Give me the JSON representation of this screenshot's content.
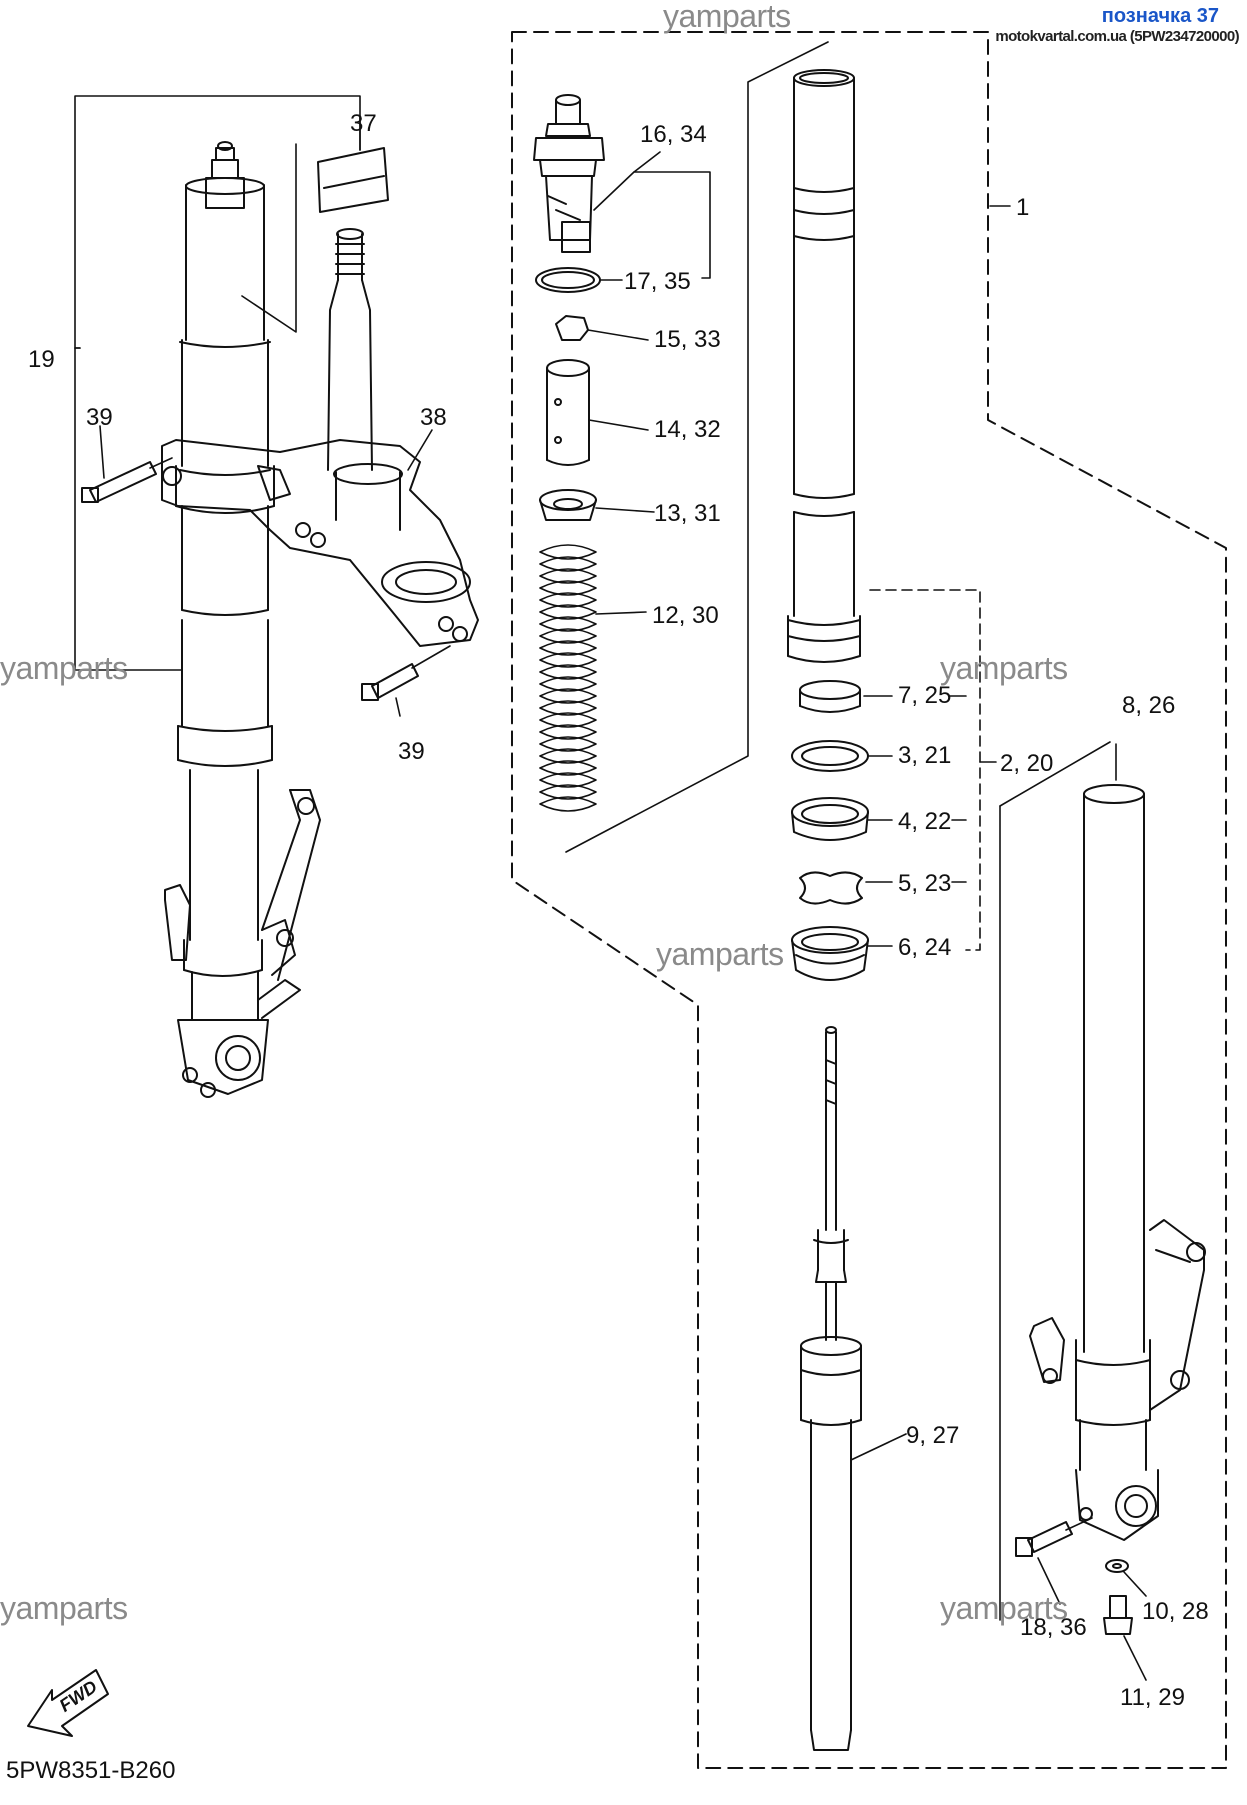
{
  "header": {
    "badge": "позначка 37",
    "source": "motokvartal.com.ua (5PW234720000)"
  },
  "watermark": "yamparts",
  "diagram_code": "5PW8351-B260",
  "fwd_label": "FWD",
  "callouts": {
    "c37": "37",
    "c19": "19",
    "c39a": "39",
    "c38": "38",
    "c39b": "39",
    "c16": "16, 34",
    "c17": "17, 35",
    "c15": "15, 33",
    "c14": "14, 32",
    "c13": "13, 31",
    "c12": "12, 30",
    "c1": "1",
    "c7": "7, 25",
    "c3": "3, 21",
    "c2": "2, 20",
    "c4": "4, 22",
    "c5": "5, 23",
    "c6": "6, 24",
    "c8": "8, 26",
    "c9": "9, 27",
    "c10": "10, 28",
    "c18": "18, 36",
    "c11": "11, 29"
  }
}
